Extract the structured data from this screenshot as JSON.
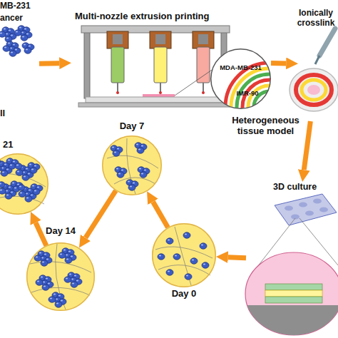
{
  "diagram": {
    "nodes": [
      {
        "text": [
          "MB-231",
          "ancer"
        ]
      },
      {
        "text": [
          "Multi-nozzle extrusion printing"
        ]
      },
      {
        "text": [
          "MDA-MB-231",
          "IMR-90",
          "Heterogeneous tissue model"
        ],
        "in": 1
      },
      {
        "text": [
          "Ionically crosslink"
        ]
      },
      {
        "text": [
          "3D culture"
        ]
      },
      {
        "text": [
          "Day 0"
        ]
      },
      {
        "text": [
          "Day 7"
        ]
      },
      {
        "text": [
          "Day 14"
        ]
      },
      {
        "text": [
          "21"
        ]
      }
    ],
    "edges": [
      {
        "from": 0,
        "to": 1,
        "arrow": "to"
      },
      {
        "from": 1,
        "to": 3,
        "arrow": "to"
      },
      {
        "from": 3,
        "to": 4,
        "arrow": "to"
      },
      {
        "from": 4,
        "to": 5,
        "arrow": "to"
      },
      {
        "from": 5,
        "to": 6,
        "arrow": "to"
      },
      {
        "from": 6,
        "to": 7,
        "arrow": "to"
      },
      {
        "from": 7,
        "to": 8,
        "arrow": "to"
      }
    ],
    "labels": [
      "ll"
    ]
  }
}
